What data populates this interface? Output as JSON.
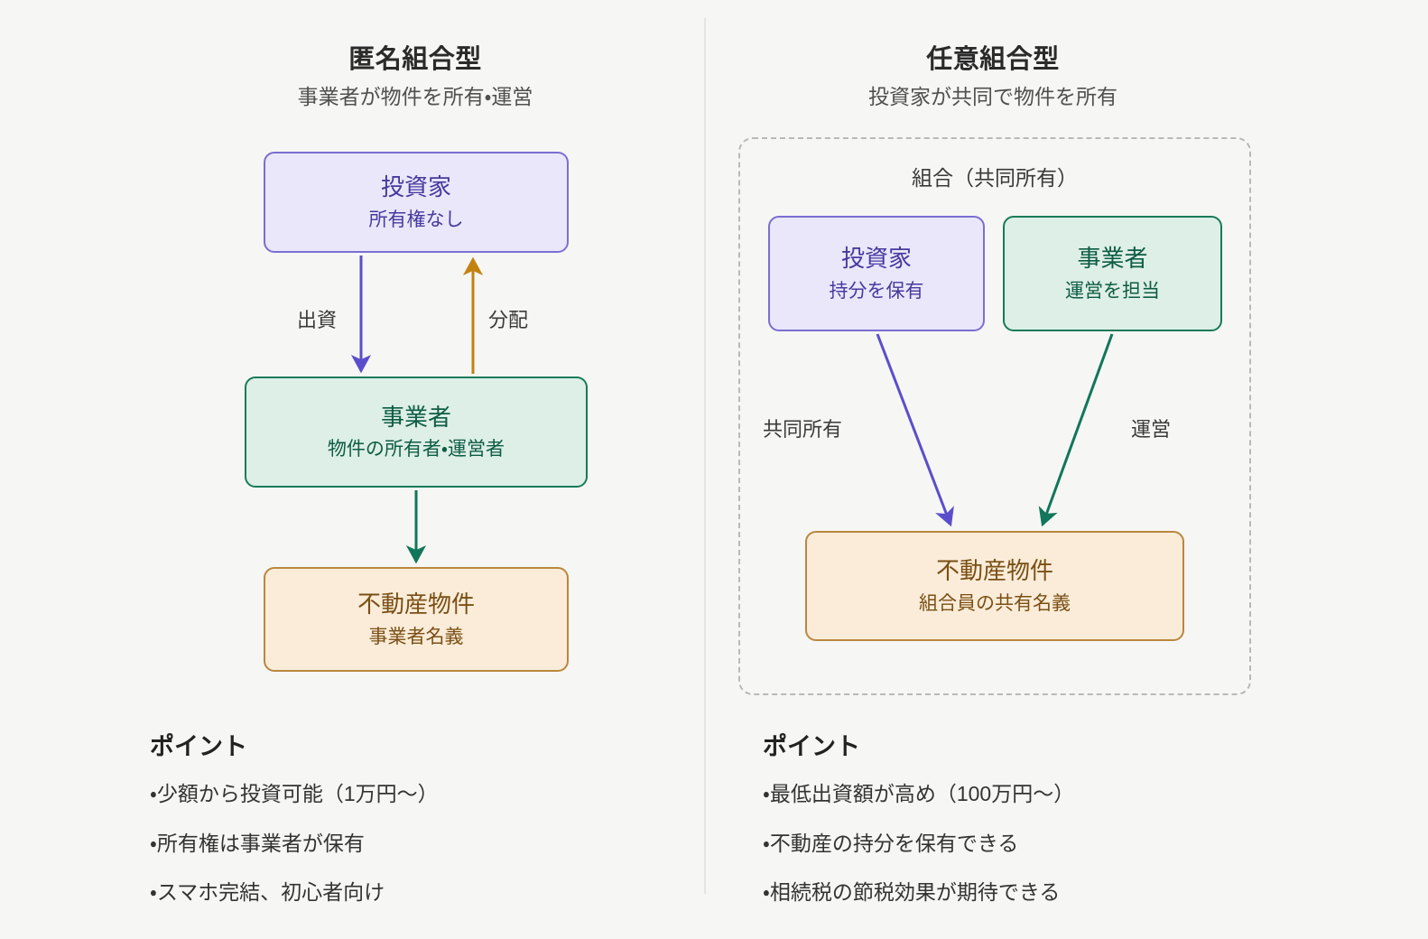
{
  "colors": {
    "background": "#f6f6f4",
    "divider": "#e6e5e3",
    "purple_fill": "#eae7fb",
    "purple_border": "#7b6ed2",
    "purple_text": "#463a9e",
    "green_fill": "#ddefe7",
    "green_border": "#177a5b",
    "green_text": "#0e5c44",
    "orange_fill": "#faecd8",
    "orange_border": "#b9873f",
    "orange_text": "#7a4f15",
    "arrow_purple": "#5b4ecc",
    "arrow_green": "#11765a",
    "arrow_amber": "#c3820f",
    "dashed_border": "#b9b9b6"
  },
  "left": {
    "title": "匿名組合型",
    "subtitle": "事業者が物件を所有・運営",
    "nodes": {
      "investor": {
        "title": "投資家",
        "sub": "所有権なし"
      },
      "operator": {
        "title": "事業者",
        "sub": "物件の所有者・運営者"
      },
      "property": {
        "title": "不動産物件",
        "sub": "事業者名義"
      }
    },
    "edges": {
      "investment": "出資",
      "distribution": "分配"
    },
    "points": {
      "heading": "ポイント",
      "items": [
        "・少額から投資可能（1万円〜）",
        "・所有権は事業者が保有",
        "・スマホ完結、初心者向け"
      ]
    }
  },
  "right": {
    "title": "任意組合型",
    "subtitle": "投資家が共同で物件を所有",
    "group_label": "組合（共同所有）",
    "nodes": {
      "investor": {
        "title": "投資家",
        "sub": "持分を保有"
      },
      "operator": {
        "title": "事業者",
        "sub": "運営を担当"
      },
      "property": {
        "title": "不動産物件",
        "sub": "組合員の共有名義"
      }
    },
    "edges": {
      "co_ownership": "共同所有",
      "operation": "運営"
    },
    "points": {
      "heading": "ポイント",
      "items": [
        "・最低出資額が高め（100万円〜）",
        "・不動産の持分を保有できる",
        "・相続税の節税効果が期待できる"
      ]
    }
  }
}
